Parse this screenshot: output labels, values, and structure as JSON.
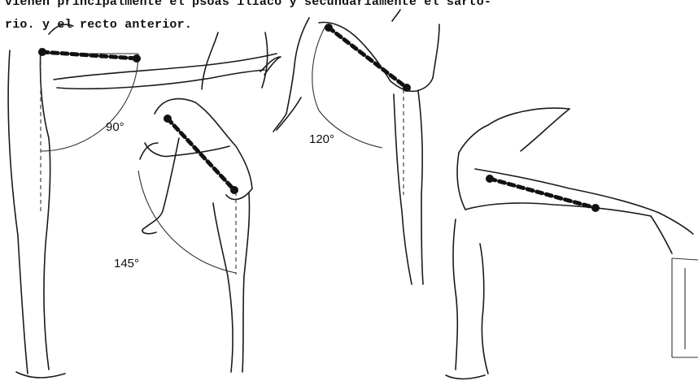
{
  "text": {
    "line1": "vienen principalmente el psoas ilíaco y secundariamente el sarto-",
    "line2": "rio. y el recto anterior."
  },
  "figures": [
    {
      "angle_label": "90°"
    },
    {
      "angle_label": "145°"
    },
    {
      "angle_label": "120°"
    },
    {
      "angle_label": ""
    }
  ]
}
